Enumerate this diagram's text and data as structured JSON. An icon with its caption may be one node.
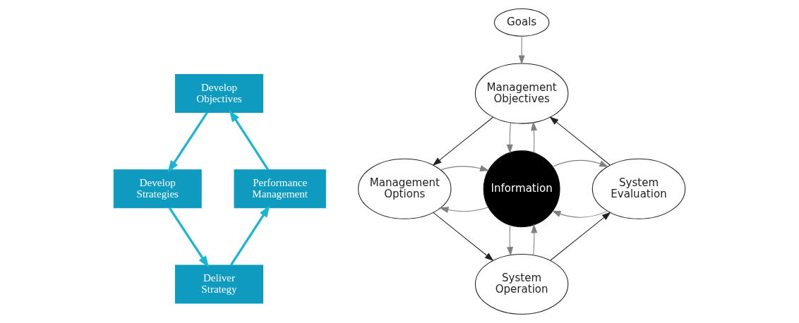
{
  "diagram": {
    "nodes": [
      {
        "text": [
          "Develop Objectives"
        ]
      },
      {
        "text": [
          "Develop Strategies"
        ]
      },
      {
        "text": [
          "Deliver Strategy"
        ]
      },
      {
        "text": [
          "Performance Management"
        ]
      },
      {
        "text": [
          "Goals"
        ]
      },
      {
        "text": [
          "Management Objectives"
        ]
      },
      {
        "text": [
          "Management Options"
        ]
      },
      {
        "text": [
          "System Operation"
        ]
      },
      {
        "text": [
          "System Evaluation"
        ]
      },
      {
        "text": [
          "Information"
        ]
      }
    ],
    "edges": [
      {
        "from": 3,
        "to": 0,
        "arrow": "to",
        "color": "#1ab4d4",
        "style": "thick"
      },
      {
        "from": 0,
        "to": 1,
        "arrow": "to",
        "color": "#1ab4d4",
        "style": "thick"
      },
      {
        "from": 1,
        "to": 2,
        "arrow": "to",
        "color": "#1ab4d4",
        "style": "thick"
      },
      {
        "from": 2,
        "to": 3,
        "arrow": "to",
        "color": "#1ab4d4",
        "style": "thick"
      },
      {
        "from": 4,
        "to": 5,
        "arrow": "to",
        "color": "#808080"
      },
      {
        "from": 5,
        "to": 6,
        "arrow": "to",
        "color": "#222222"
      },
      {
        "from": 6,
        "to": 7,
        "arrow": "to",
        "color": "#222222"
      },
      {
        "from": 7,
        "to": 8,
        "arrow": "to",
        "color": "#222222"
      },
      {
        "from": 8,
        "to": 5,
        "arrow": "to",
        "color": "#222222"
      },
      {
        "from": 9,
        "to": 5,
        "arrow": "to",
        "color": "#808080"
      },
      {
        "from": 5,
        "to": 9,
        "arrow": "to",
        "color": "#808080"
      },
      {
        "from": 8,
        "to": 9,
        "arrow": "to",
        "color": "#808080"
      },
      {
        "from": 9,
        "to": 8,
        "arrow": "to",
        "color": "#808080"
      },
      {
        "from": 9,
        "to": 6,
        "arrow": "to",
        "color": "#808080"
      },
      {
        "from": 6,
        "to": 9,
        "arrow": "to",
        "color": "#808080"
      },
      {
        "from": 7,
        "to": 9,
        "arrow": "to",
        "color": "#808080"
      },
      {
        "from": 9,
        "to": 7,
        "arrow": "to",
        "color": "#808080"
      }
    ]
  }
}
